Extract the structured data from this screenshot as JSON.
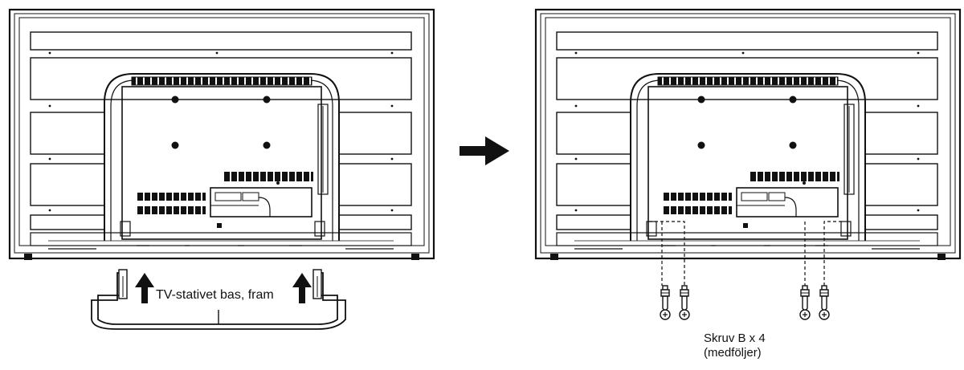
{
  "left_panel": {
    "stand_label": "TV-stativet bas, fram",
    "arrow_count": 2
  },
  "right_panel": {
    "screw_label_line1": "Skruv B x 4",
    "screw_label_line2": "(medföljer)",
    "screw_count": 4
  },
  "colors": {
    "line": "#111111",
    "background": "#ffffff"
  }
}
